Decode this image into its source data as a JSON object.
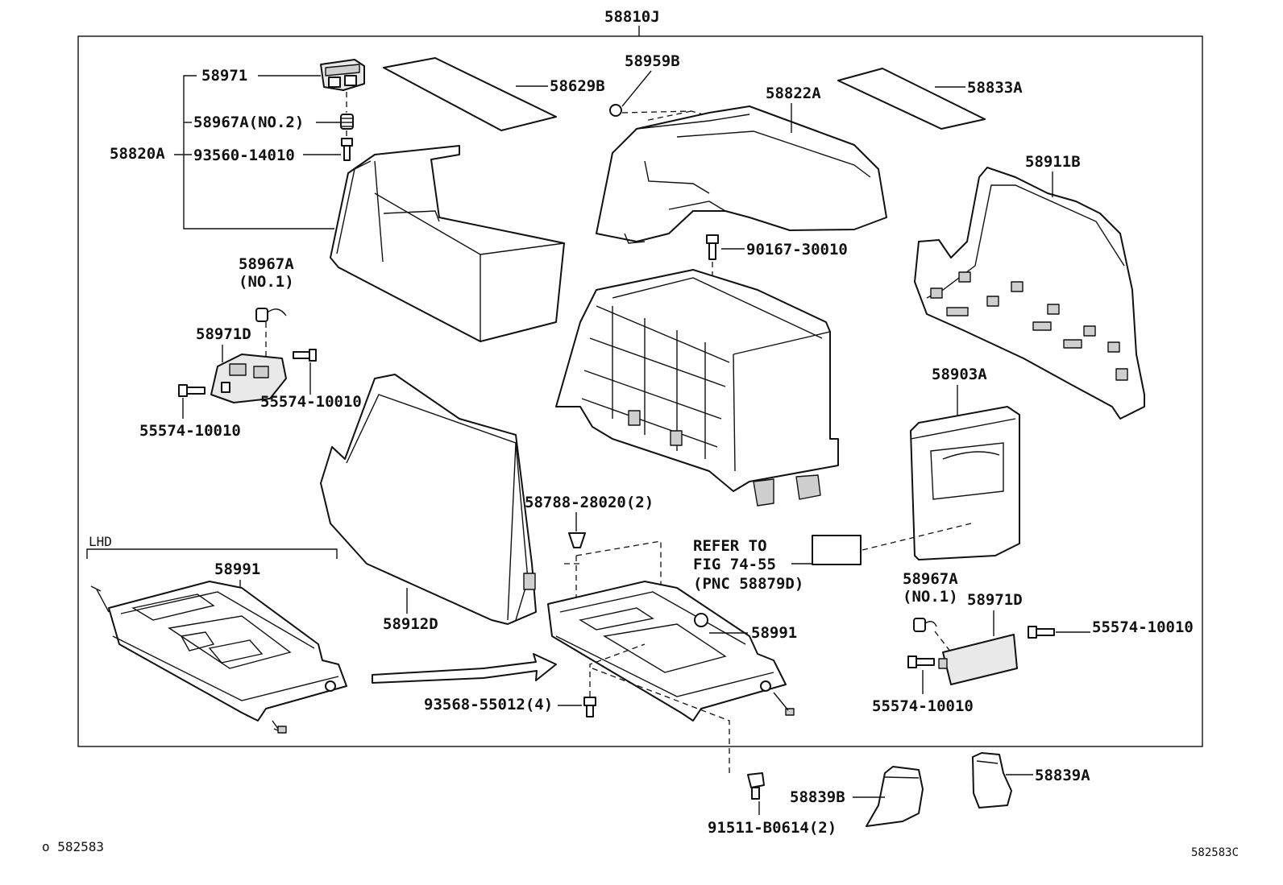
{
  "diagram": {
    "top_label": "58810J",
    "labels": {
      "l58971": "58971",
      "l58967A_no2": "58967A(NO.2)",
      "l58820A": "58820A",
      "l93560_14010": "93560-14010",
      "l58629B": "58629B",
      "l58959B": "58959B",
      "l58822A": "58822A",
      "l58833A": "58833A",
      "l58911B": "58911B",
      "l90167_30010": "90167-30010",
      "l58967A_1": "58967A",
      "l58967A_1_sub": "(NO.1)",
      "l58971D_1": "58971D",
      "l55574_10010_a": "55574-10010",
      "l55574_10010_b": "55574-10010",
      "l58903A": "58903A",
      "l58788_28020": "58788-28020(2)",
      "l_lhd": "LHD",
      "l58991_a": "58991",
      "l58991_b": "58991",
      "l58912D": "58912D",
      "refer_1": "REFER TO",
      "refer_2": "FIG 74-55",
      "refer_3": "(PNC 58879D)",
      "l58967A_2": "58967A",
      "l58967A_2_sub": "(NO.1)",
      "l58971D_2": "58971D",
      "l55574_10010_c": "55574-10010",
      "l55574_10010_d": "55574-10010",
      "l93568_55012": "93568-55012(4)",
      "l58839B": "58839B",
      "l58839A": "58839A",
      "l91511_B0614": "91511-B0614(2)"
    },
    "footer_left": "o 582583",
    "footer_right": "582583C"
  }
}
